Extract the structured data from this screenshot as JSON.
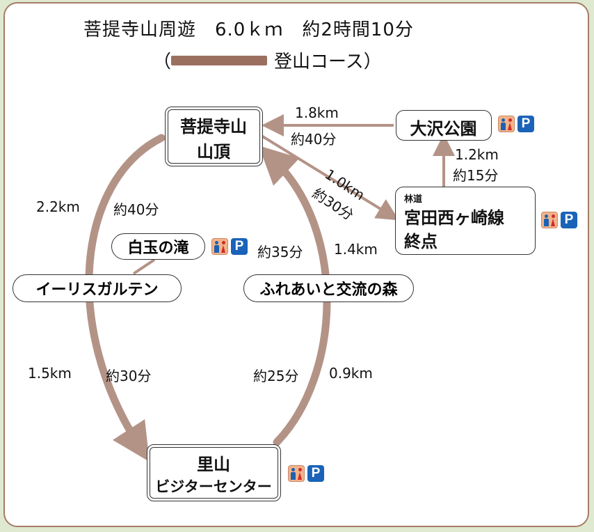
{
  "title": "菩提寺山周遊　6.0ｋｍ　約2時間10分",
  "legend": {
    "open": "（",
    "label": "登山コース）"
  },
  "colors": {
    "route": "#b49387",
    "frame": "#a57b67",
    "toilet_bg": "#f2b48a",
    "parking_bg": "#1a63b8"
  },
  "nodes": {
    "summit": {
      "line1": "菩提寺山",
      "line2": "山頂"
    },
    "osawa": {
      "label": "大沢公園"
    },
    "rindo": {
      "small": "林道",
      "line1": "宮田西ヶ崎線",
      "line2": "終点"
    },
    "shiratama": {
      "label": "白玉の滝"
    },
    "irisu": {
      "label": "イーリスガルテン"
    },
    "fureai": {
      "label": "ふれあいと交流の森"
    },
    "satoyama": {
      "line1": "里山",
      "line2": "ビジターセンター"
    }
  },
  "distances": {
    "osawa_summit": {
      "km": "1.8km",
      "time": "約40分"
    },
    "rindo_osawa": {
      "km": "1.2km",
      "time": "約15分"
    },
    "summit_rindo": {
      "km": "1.0km",
      "time": "約30分"
    },
    "summit_irisu": {
      "km": "2.2km",
      "time": "約40分"
    },
    "irisu_satoyama": {
      "km": "1.5km",
      "time": "約30分"
    },
    "fureai_summit": {
      "km": "1.4km",
      "time": "約35分"
    },
    "satoyama_fureai": {
      "km": "0.9km",
      "time": "約25分"
    }
  },
  "icons": {
    "toilet": "toilet-icon",
    "parking": "P"
  }
}
